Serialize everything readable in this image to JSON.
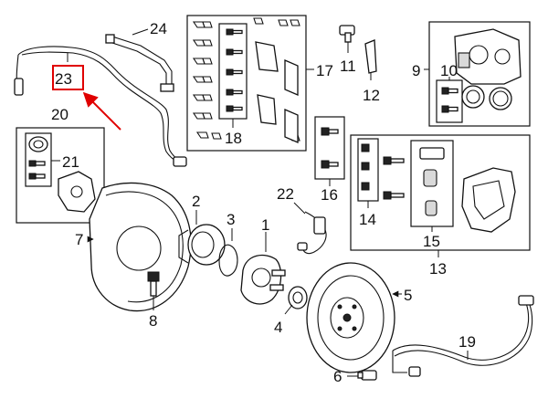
{
  "callouts": {
    "c1": "1",
    "c2": "2",
    "c3": "3",
    "c4": "4",
    "c5": "5",
    "c6": "6",
    "c7": "7",
    "c8": "8",
    "c9": "9",
    "c10": "10",
    "c11": "11",
    "c12": "12",
    "c13": "13",
    "c14": "14",
    "c15": "15",
    "c16": "16",
    "c17": "17",
    "c18": "18",
    "c19": "19",
    "c20": "20",
    "c21": "21",
    "c22": "22",
    "c23": "23",
    "c24": "24"
  },
  "highlight": {
    "callout": "23",
    "color": "#e00000"
  }
}
